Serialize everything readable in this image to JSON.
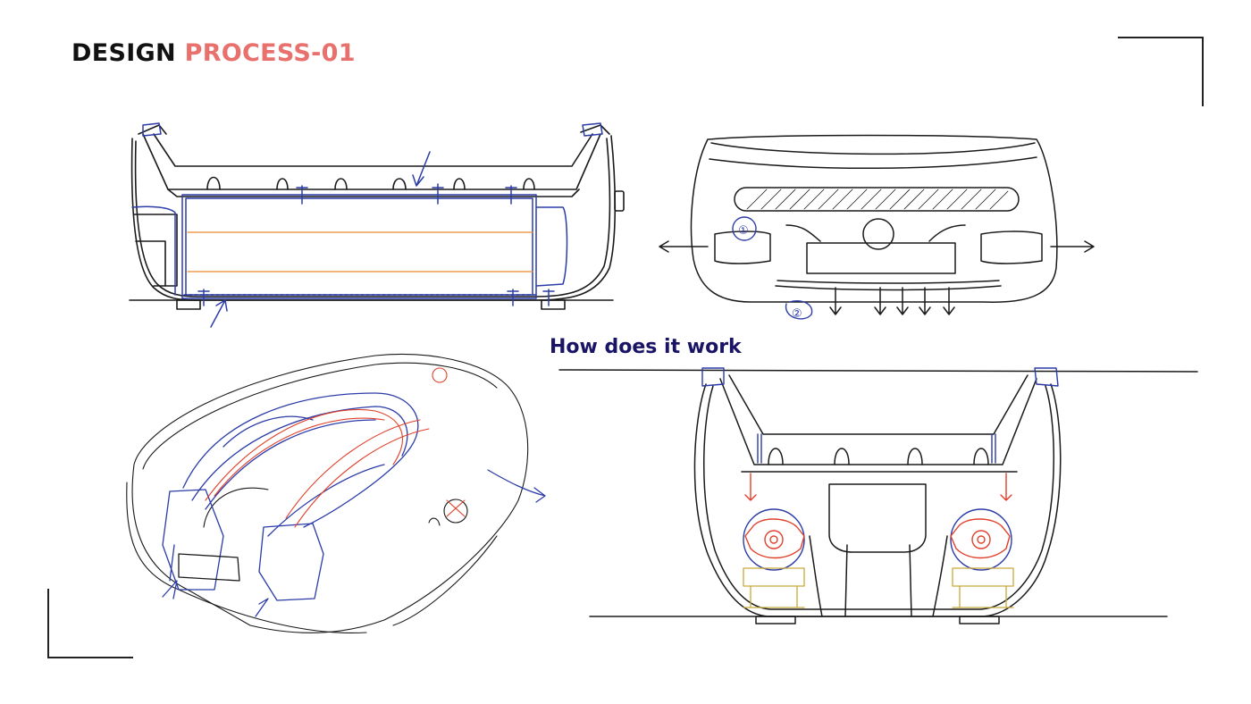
{
  "header": {
    "title_part1": "DESIGN",
    "title_part2": "PROCESS-01",
    "title_color": "#e8706d"
  },
  "section": {
    "subtitle": "How does it work",
    "subtitle_color": "#1a1466"
  },
  "sketches": {
    "rear_view_label_1": "①",
    "rear_view_label_2": "②"
  },
  "colors": {
    "ink": "#1a1a1a",
    "blue_pen": "#2b3ca8",
    "red_pen": "#e0402a",
    "orange_pen": "#e98b2a",
    "yellow_pen": "#c9a93a"
  }
}
